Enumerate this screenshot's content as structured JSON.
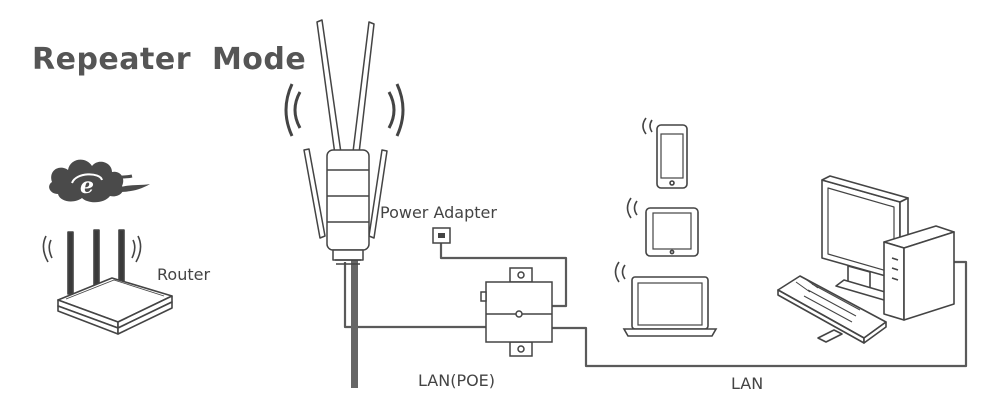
{
  "title": "Repeater Mode",
  "labels": {
    "router": "Router",
    "power_adapter": "Power Adapter",
    "lan_poe": "LAN(POE)",
    "lan": "LAN"
  },
  "colors": {
    "line": "#5a5a5a",
    "pole": "#666666",
    "device_fill": "#ffffff",
    "cloud": "#4a4a4a",
    "title": "#555555"
  }
}
